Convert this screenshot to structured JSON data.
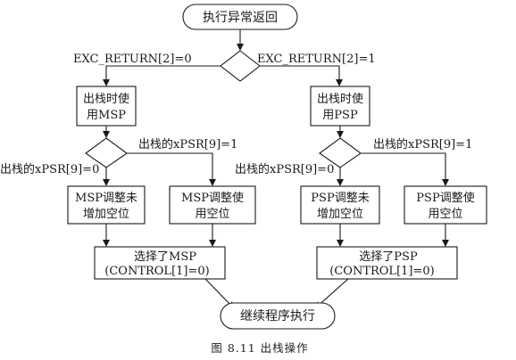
{
  "nodes": {
    "start": "执行异常返回",
    "left_stack": [
      "出栈时使",
      "用MSP"
    ],
    "right_stack": [
      "出栈时使",
      "用PSP"
    ],
    "msp_no_adjust": [
      "MSP调整未",
      "增加空位"
    ],
    "msp_adjust": [
      "MSP调整使",
      "用空位"
    ],
    "psp_no_adjust": [
      "PSP调整未",
      "增加空位"
    ],
    "psp_adjust": [
      "PSP调整使",
      "用空位"
    ],
    "select_msp": [
      "选择了MSP",
      "(CONTROL[1]=0)"
    ],
    "select_psp": [
      "选择了PSP",
      "(CONTROL[1]=0)"
    ],
    "end": "继续程序执行"
  },
  "edge_labels": {
    "exc_return_0": "EXC_RETURN[2]=0",
    "exc_return_1": "EXC_RETURN[2]=1",
    "left_xpsr_1": "出栈的xPSR[9]=1",
    "left_xpsr_0": "出栈的xPSR[9]=0",
    "right_xpsr_1": "出栈的xPSR[9]=1",
    "right_xpsr_0": "出栈的xPSR[9]=0"
  },
  "caption": "图 8.11   出栈操作"
}
